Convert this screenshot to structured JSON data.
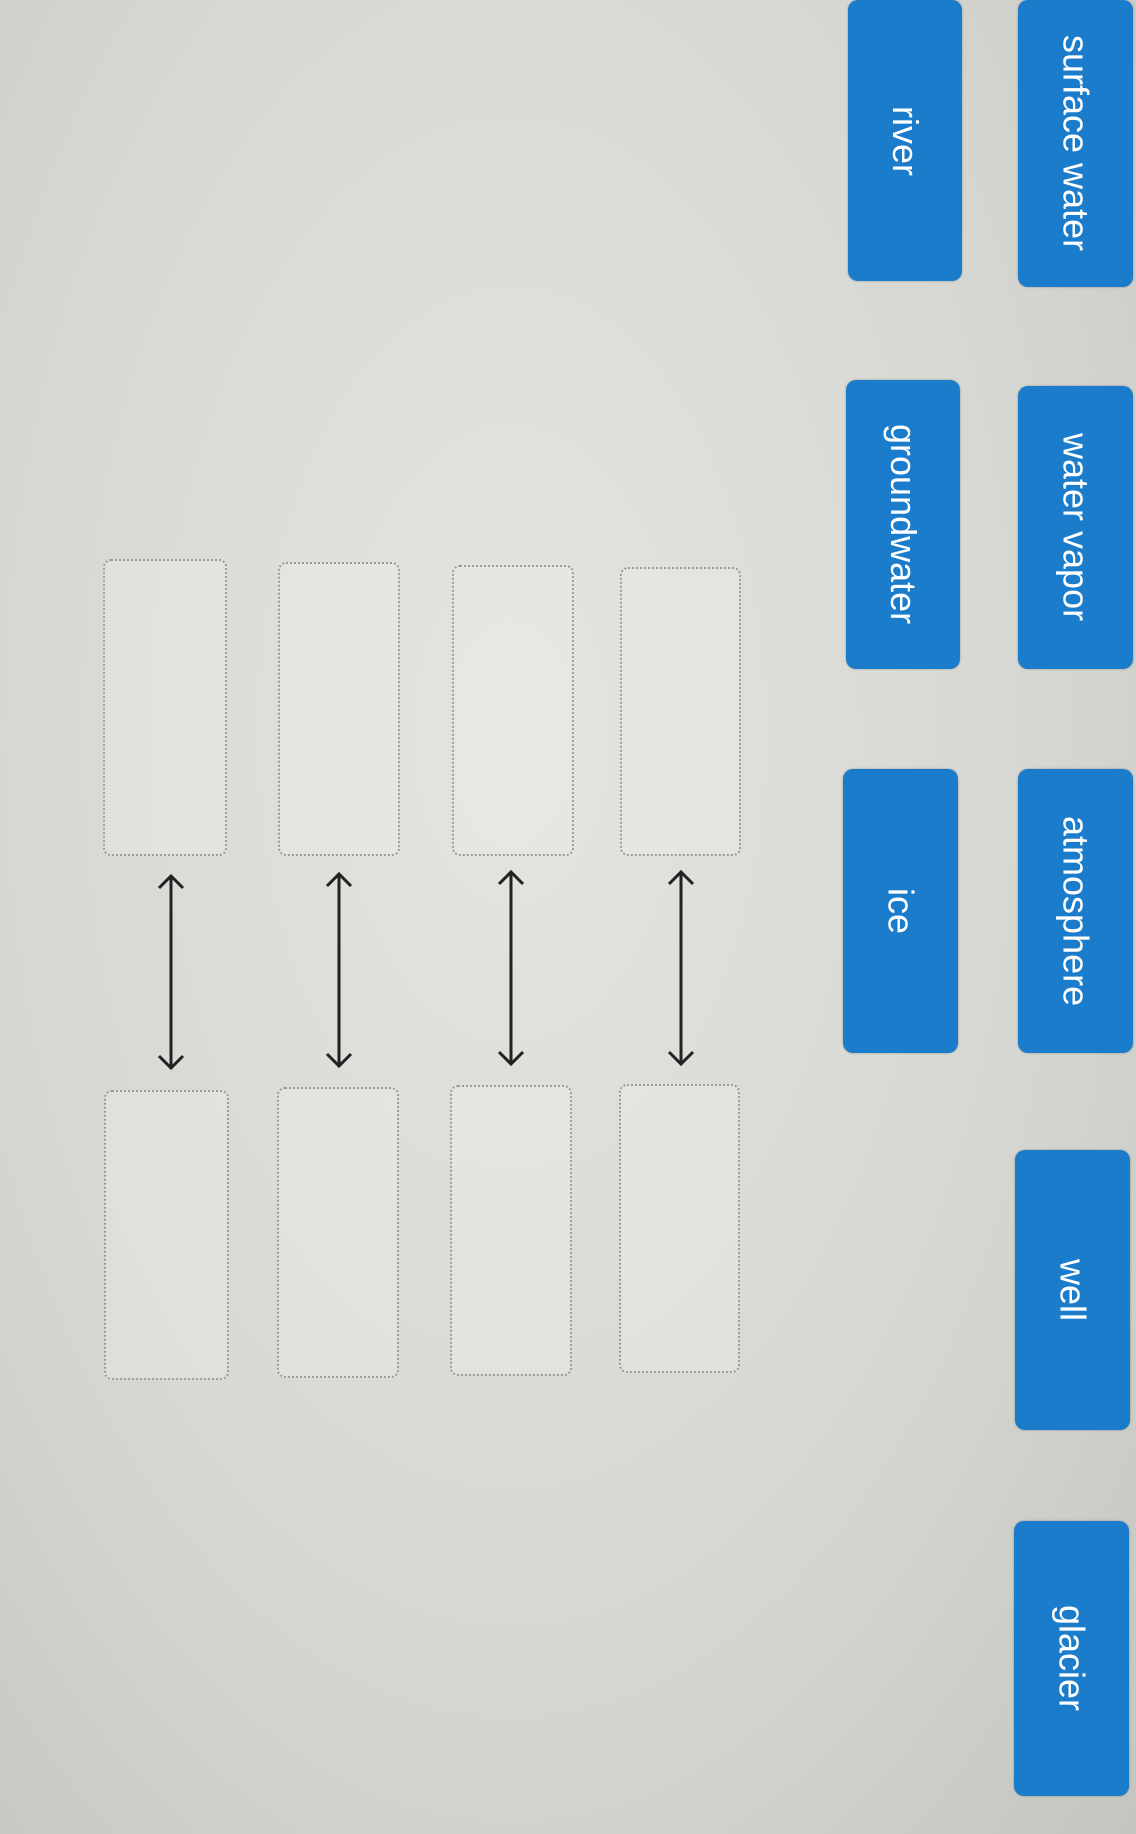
{
  "chips": [
    {
      "label": "surface water"
    },
    {
      "label": "water vapor"
    },
    {
      "label": "atmosphere"
    },
    {
      "label": "well"
    },
    {
      "label": "glacier"
    },
    {
      "label": "river"
    },
    {
      "label": "groundwater"
    },
    {
      "label": "ice"
    }
  ],
  "pairs_count": 4,
  "colors": {
    "chip": "#1b7ccb",
    "chip_text": "#ffffff"
  }
}
